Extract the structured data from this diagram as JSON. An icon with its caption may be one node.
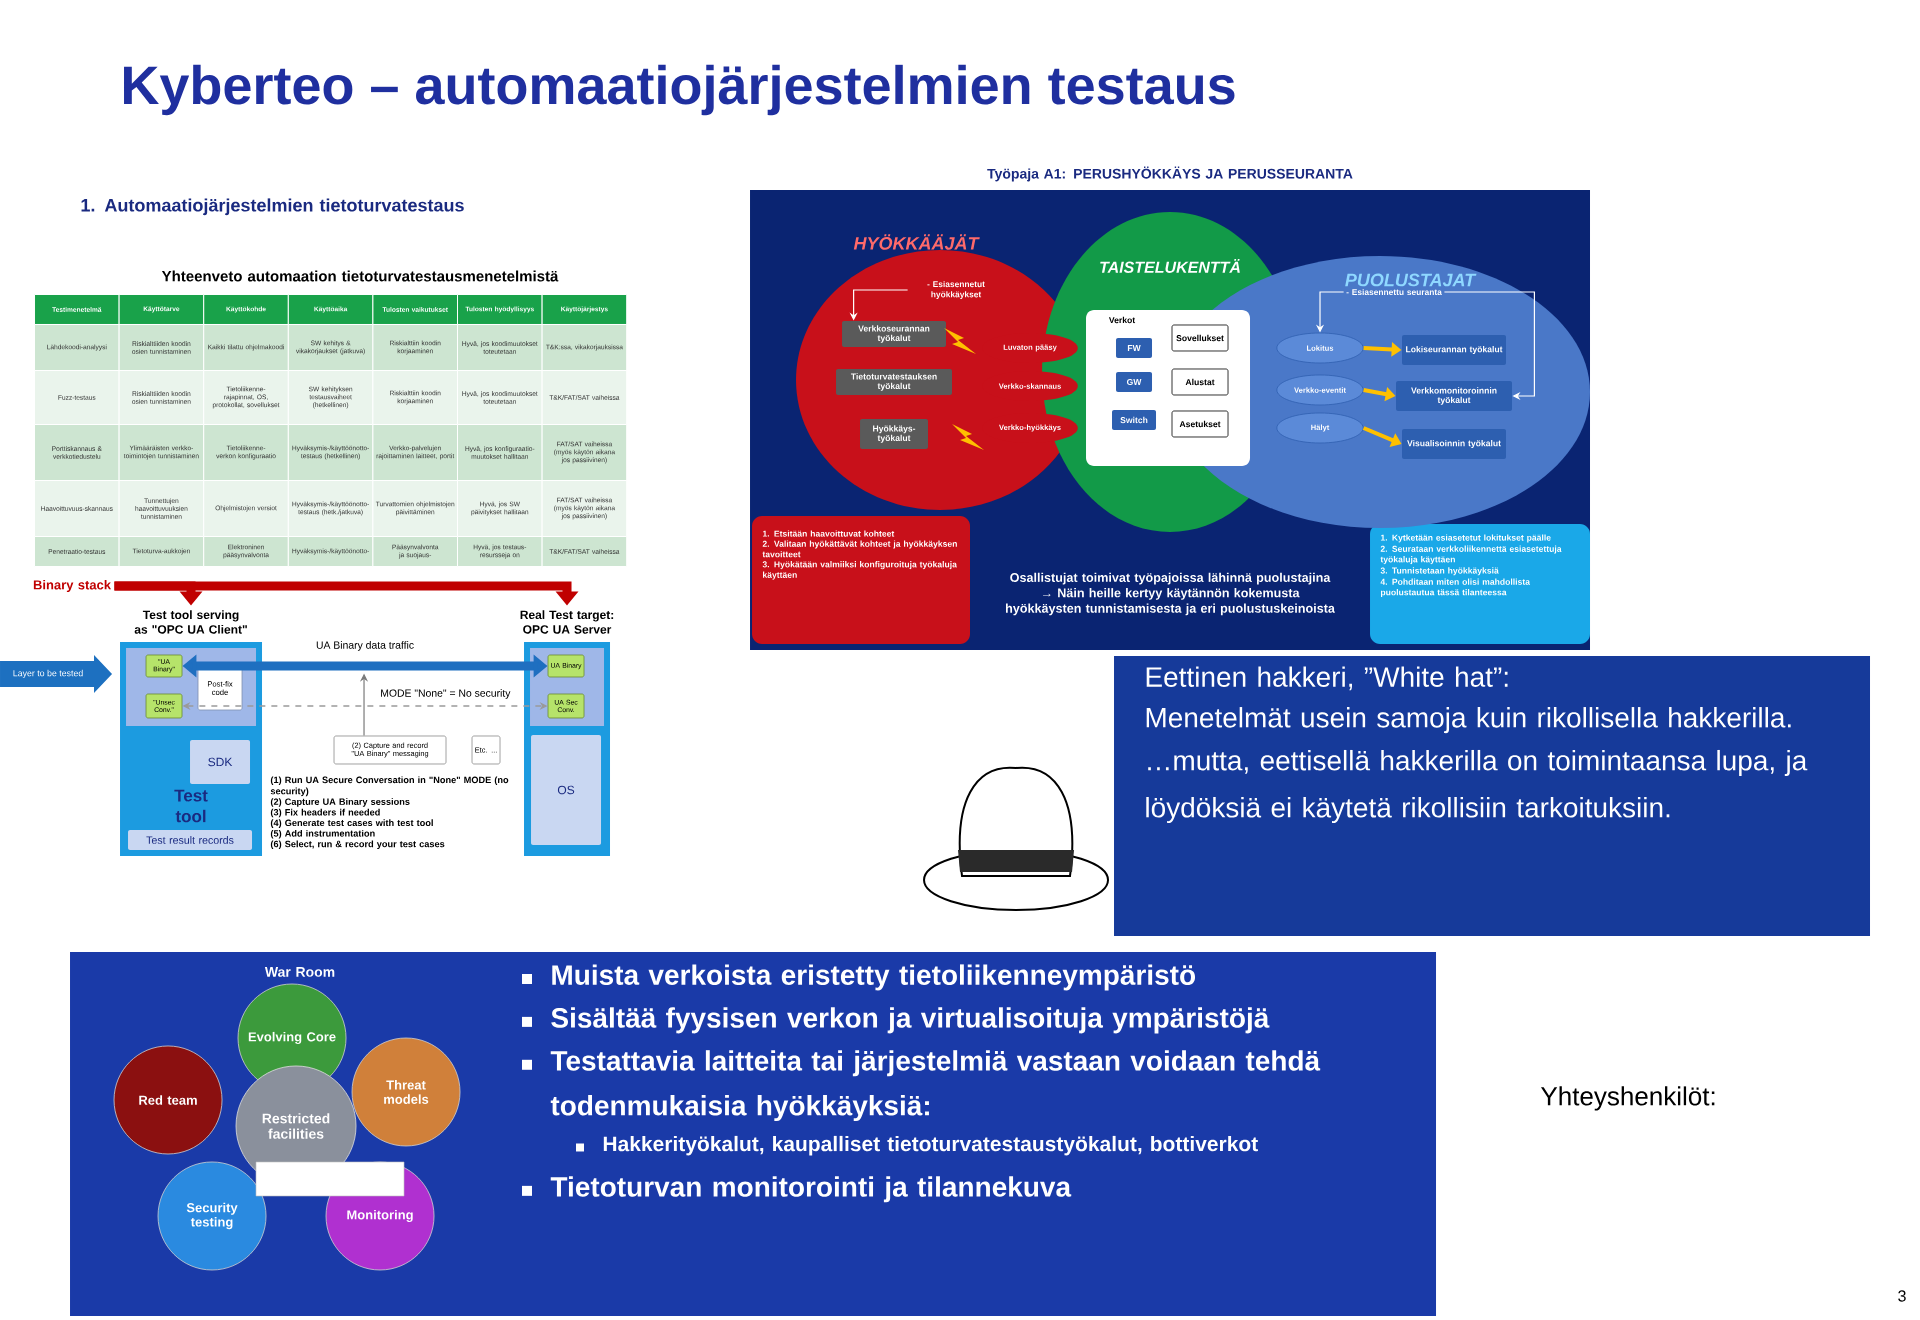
{
  "diagram": {
    "title": "Kyberteo – automaatiojärjestelmien testaus",
    "nodes": [
      {
        "text": [
          "Binary stack"
        ]
      },
      {
        "text": [
          "Test tool serving as \"OPC UA Client\"",
          "Test tool"
        ]
      },
      {
        "text": [
          "\"UA Binary\""
        ],
        "in": 1
      },
      {
        "text": [
          "\"Unsec Conv.\""
        ],
        "in": 1
      },
      {
        "text": [
          "Post-fix code"
        ],
        "in": 1
      },
      {
        "text": [
          "SDK"
        ],
        "in": 1
      },
      {
        "text": [
          "Test result records"
        ],
        "in": 1
      },
      {
        "text": [
          "Real Test target: OPC UA Server"
        ]
      },
      {
        "text": [
          "UA Binary"
        ],
        "in": 7
      },
      {
        "text": [
          "UA Sec Conv."
        ],
        "in": 7
      },
      {
        "text": [
          "OS"
        ],
        "in": 7
      },
      {
        "text": [
          "Layer to be tested"
        ]
      },
      {
        "text": [
          "(2) Capture and record \"UA Binary\" messaging"
        ]
      },
      {
        "text": [
          "Etc. ..."
        ]
      },
      {
        "text": [
          "HYÖKKÄÄJÄT"
        ]
      },
      {
        "text": [
          "TAISTELUKENTTÄ"
        ]
      },
      {
        "text": [
          "PUOLUSTAJAT"
        ]
      },
      {
        "text": [
          "- Esiasennetut hyökkäykset"
        ],
        "in": 14
      },
      {
        "text": [
          "Verkkoseurannan työkalut"
        ],
        "in": 14
      },
      {
        "text": [
          "Tietoturvatestauksen työkalut"
        ],
        "in": 14
      },
      {
        "text": [
          "Hyökkäys-työkalut"
        ],
        "in": 14
      },
      {
        "text": [
          "Verkot"
        ],
        "in": 15
      },
      {
        "text": [
          "FW"
        ],
        "in": 21
      },
      {
        "text": [
          "GW"
        ],
        "in": 21
      },
      {
        "text": [
          "Switch"
        ],
        "in": 21
      },
      {
        "text": [
          "Sovellukset"
        ]
      },
      {
        "text": [
          "Alustat"
        ]
      },
      {
        "text": [
          "Asetukset"
        ]
      },
      {
        "text": [
          "Luvaton pääsy"
        ],
        "in": 14
      },
      {
        "text": [
          "Verkko-skannaus"
        ],
        "in": 14
      },
      {
        "text": [
          "Verkko-hyökkäys"
        ],
        "in": 14
      },
      {
        "text": [
          "Lokitus"
        ],
        "in": 16
      },
      {
        "text": [
          "Verkko-eventit"
        ],
        "in": 16
      },
      {
        "text": [
          "Hälyt"
        ],
        "in": 16
      },
      {
        "text": [
          "- Esiasennettu seuranta"
        ],
        "in": 16
      },
      {
        "text": [
          "Lokiseurannan työkalut"
        ],
        "in": 16
      },
      {
        "text": [
          "Verkkomonitoroinnin työkalut"
        ],
        "in": 16
      },
      {
        "text": [
          "Visualisoinnin työkalut"
        ],
        "in": 16
      },
      {
        "text": [
          "Evolving Core"
        ]
      },
      {
        "text": [
          "Red team"
        ]
      },
      {
        "text": [
          "Threat models"
        ]
      },
      {
        "text": [
          "Restricted facilities"
        ]
      },
      {
        "text": [
          "Security testing"
        ]
      },
      {
        "text": [
          "Monitoring"
        ]
      }
    ],
    "edges": [
      {
        "from": 0,
        "to": 1,
        "arrow": "to",
        "style": "thick",
        "color": "#c00000"
      },
      {
        "from": 0,
        "to": 7,
        "arrow": "to",
        "style": "thick",
        "color": "#c00000"
      },
      {
        "from": 2,
        "to": 8,
        "arrow": "both",
        "label": "UA Binary data traffic",
        "style": "thick",
        "color": "#1f6fc0"
      },
      {
        "from": 3,
        "to": 9,
        "arrow": "both",
        "label": "MODE \"None\" = No security",
        "style": "dashed",
        "color": "#9a9a9a"
      },
      {
        "from": 12,
        "to": null,
        "arrow": "to",
        "color": "#7a7a7a"
      },
      {
        "from": 17,
        "to": 18,
        "arrow": "to",
        "color": "#ffffff"
      },
      {
        "from": 31,
        "to": 35,
        "arrow": "to",
        "color": "#ffc000"
      },
      {
        "from": 32,
        "to": 36,
        "arrow": "to",
        "color": "#ffc000"
      },
      {
        "from": 33,
        "to": 37,
        "arrow": "to",
        "color": "#ffc000"
      },
      {
        "from": 34,
        "to": 31,
        "arrow": "to",
        "color": "#ffffff"
      },
      {
        "from": 34,
        "to": 36,
        "arrow": "to",
        "color": "#ffffff"
      }
    ],
    "labels": [
      "1. Automaatiojärjestelmien tietoturvatestaus",
      "Yhteenveto automaation tietoturvatestausmenetelmistä",
      "Testimenetelmä",
      "Käyttötarve",
      "Käyttökohde",
      "Käyttöaika",
      "Tulosten vaikutukset",
      "Tulosten hyödyllisyys",
      "Käyttöjärjestys",
      "Lähdekoodi-analyysi",
      "Riskialttiiden koodin osien tunnistaminen",
      "Kaikki tilattu ohjelmakoodi",
      "SW kehitys & vikakorjaukset (jatkuva)",
      "Riskialttiin koodin korjaaminen",
      "Hyvä, jos koodimuutokset toteutetaan",
      "T&K:ssa, vikakorjauksissa",
      "Fuzz-testaus",
      "Riskialttiiden koodin osien tunnistaminen",
      "Tietoliikenne-rajapinnat, OS, protokollat, sovellukset",
      "SW kehityksen testausvaiheet (hetkellinen)",
      "Riskialttiin koodin korjaaminen",
      "Hyvä, jos koodimuutokset toteutetaan",
      "T&K/FAT/SAT vaiheissa",
      "Porttiskannaus & verkkotiedustelu",
      "Ylimääräisten verkko-toimintojen tunnistaminen",
      "Tietoliikenne-verkon konfiguraatio",
      "Hyväksymis-/käyttöönotto-testaus (hetkellinen)",
      "Verkko-palvelujen rajoittaminen laitteet, portit",
      "Hyvä, jos konfiguraatio-muutokset hallitaan",
      "FAT/SAT vaiheissa (myös käytön aikana jos passiivinen)",
      "Haavoittuvuus-skannaus",
      "Tunnettujen haavoittuvuuksien tunnistaminen",
      "Ohjelmistojen versiot",
      "Hyväksymis-/käyttöönotto-testaus (hetk./jatkuva)",
      "Turvattomien ohjelmistojen päivittäminen",
      "Hyvä, jos SW päivitykset hallitaan",
      "FAT/SAT vaiheissa (myös käytön aikana jos passiivinen)",
      "Penetraatio-testaus",
      "Tietoturva-aukkojen",
      "Elektroninen pääsynvalvonta",
      "Hyväksymis-/käyttöönotto-",
      "Pääsynvalvonta ja suojaus-",
      "Hyvä, jos testaus-resursseja on",
      "T&K/FAT/SAT vaiheissa",
      "(1) Run UA Secure Conversation in \"None\" MODE (no security)",
      "(2) Capture UA Binary sessions",
      "(3) Fix headers if needed",
      "(4) Generate test cases with test tool",
      "(5) Add instrumentation",
      "(6) Select, run & record your test cases",
      "Työpaja A1: PERUSHYÖKKÄYS JA PERUSSEURANTA",
      "1. Etsitään haavoittuvat kohteet",
      "2. Valitaan hyökättävät kohteet ja hyökkäyksen tavoitteet",
      "3. Hyökätään valmiiksi konfiguroituja työkaluja käyttäen",
      "Osallistujat toimivat työpajoissa lähinnä puolustajina → Näin heille kertyy käytännön kokemusta hyökkäysten tunnistamisesta ja eri puolustuskeinoista",
      "1. Kytketään esiasetetut lokitukset päälle",
      "2. Seurataan verkkoliikennettä esiasetettuja työkaluja käyttäen",
      "3. Tunnistetaan hyökkäyksiä",
      "4. Pohditaan miten olisi mahdollista puolustautua tässä tilanteessa",
      "Eettinen hakkeri, ”White hat”:",
      "Menetelmät usein samoja kuin rikollisella hakkerilla.",
      "…mutta, eettisellä hakkerilla on toimintaansa lupa, ja löydöksiä ei käytetä rikollisiin tarkoituksiin.",
      "War Room",
      "Muista verkoista eristetty tietoliikenneympäristö",
      "Sisältää fyysisen verkon ja virtualisoituja ympäristöjä",
      "Testattavia laitteita tai järjestelmiä vastaan voidaan tehdä todenmukaisia hyökkäyksiä:",
      "Hakkerityökalut, kaupalliset tietoturvatestaustyökalut, bottiverkot",
      "Tietoturvan monitorointi ja tilannekuva",
      "Yhteyshenkilöt:",
      "3"
    ]
  }
}
